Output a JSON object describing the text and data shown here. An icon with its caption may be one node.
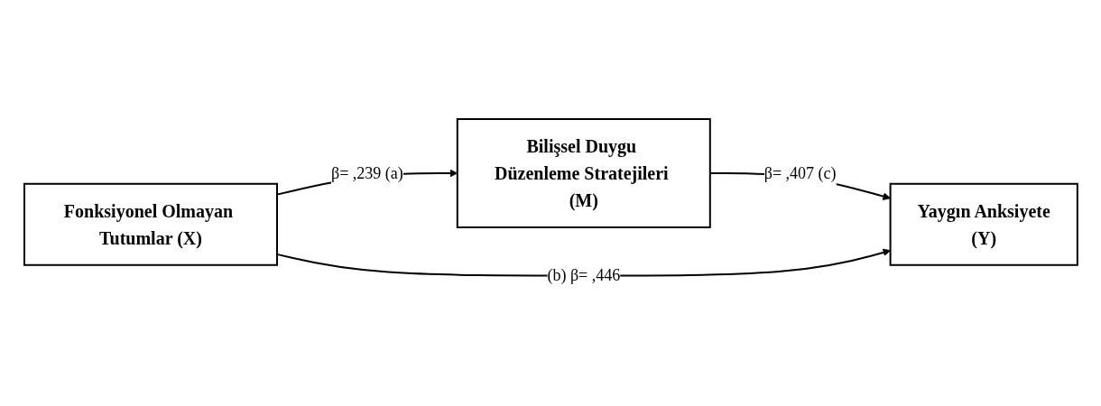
{
  "diagram": {
    "nodes": [
      {
        "text": [
          "Bilişsel Duygu Düzenleme Stratejileri (M)"
        ]
      },
      {
        "text": [
          "Fonksiyonel Olmayan Tutumlar (X)"
        ]
      },
      {
        "text": [
          "Yaygın Anksiyete",
          "(Y)"
        ]
      }
    ],
    "edges": [
      {
        "from": 1,
        "to": 0,
        "arrow": "to",
        "label": "β= ,239 (a)"
      },
      {
        "from": 0,
        "to": 2,
        "arrow": "to",
        "label": "β= ,407 (c)"
      },
      {
        "from": 1,
        "to": 2,
        "arrow": "to",
        "label": "(b) β= ,446"
      }
    ]
  }
}
